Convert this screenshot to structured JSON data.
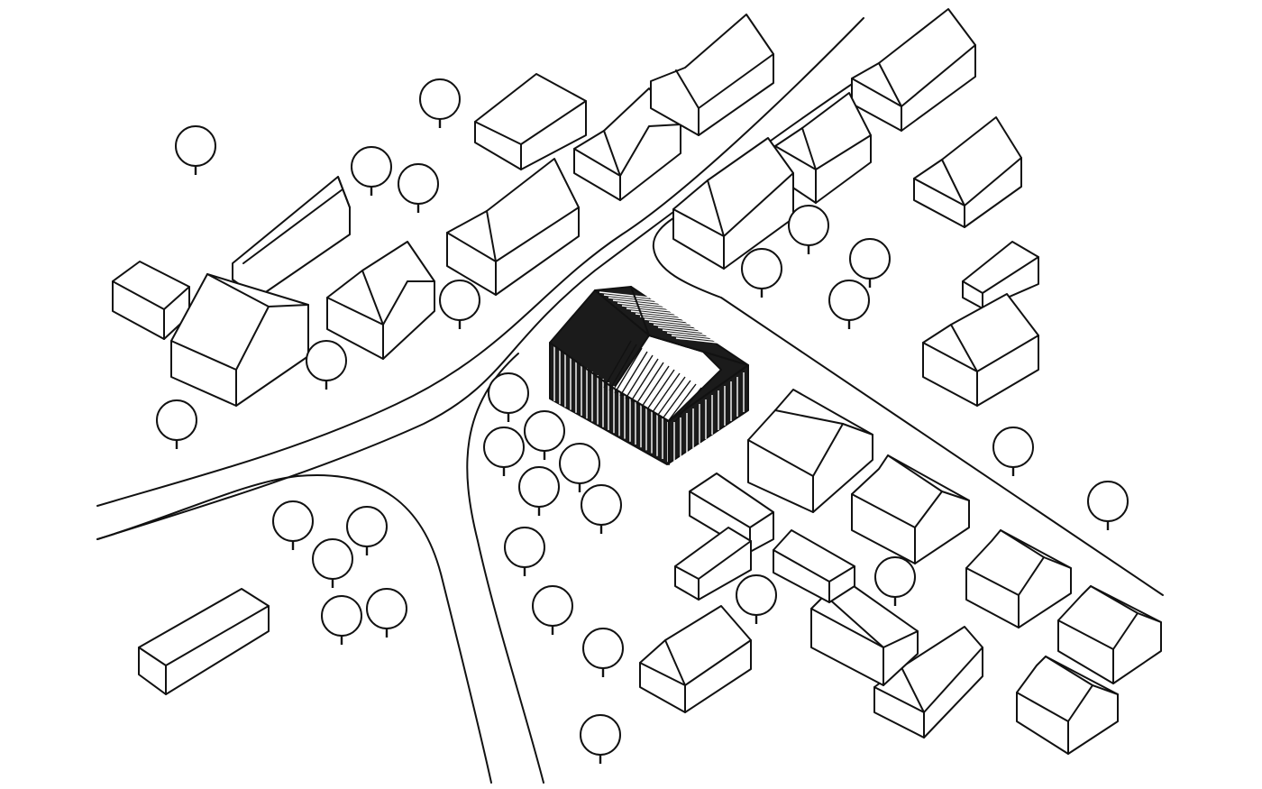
{
  "drawing": {
    "style": "axonometric line site plan",
    "line_color": "#111111",
    "background_color": "#ffffff",
    "highlight_color": "#1b1b1b"
  },
  "elements": {
    "roads": "road-curves",
    "buildings": "neighbor-houses",
    "trees": "tree",
    "focus": "dark-clad-building"
  }
}
